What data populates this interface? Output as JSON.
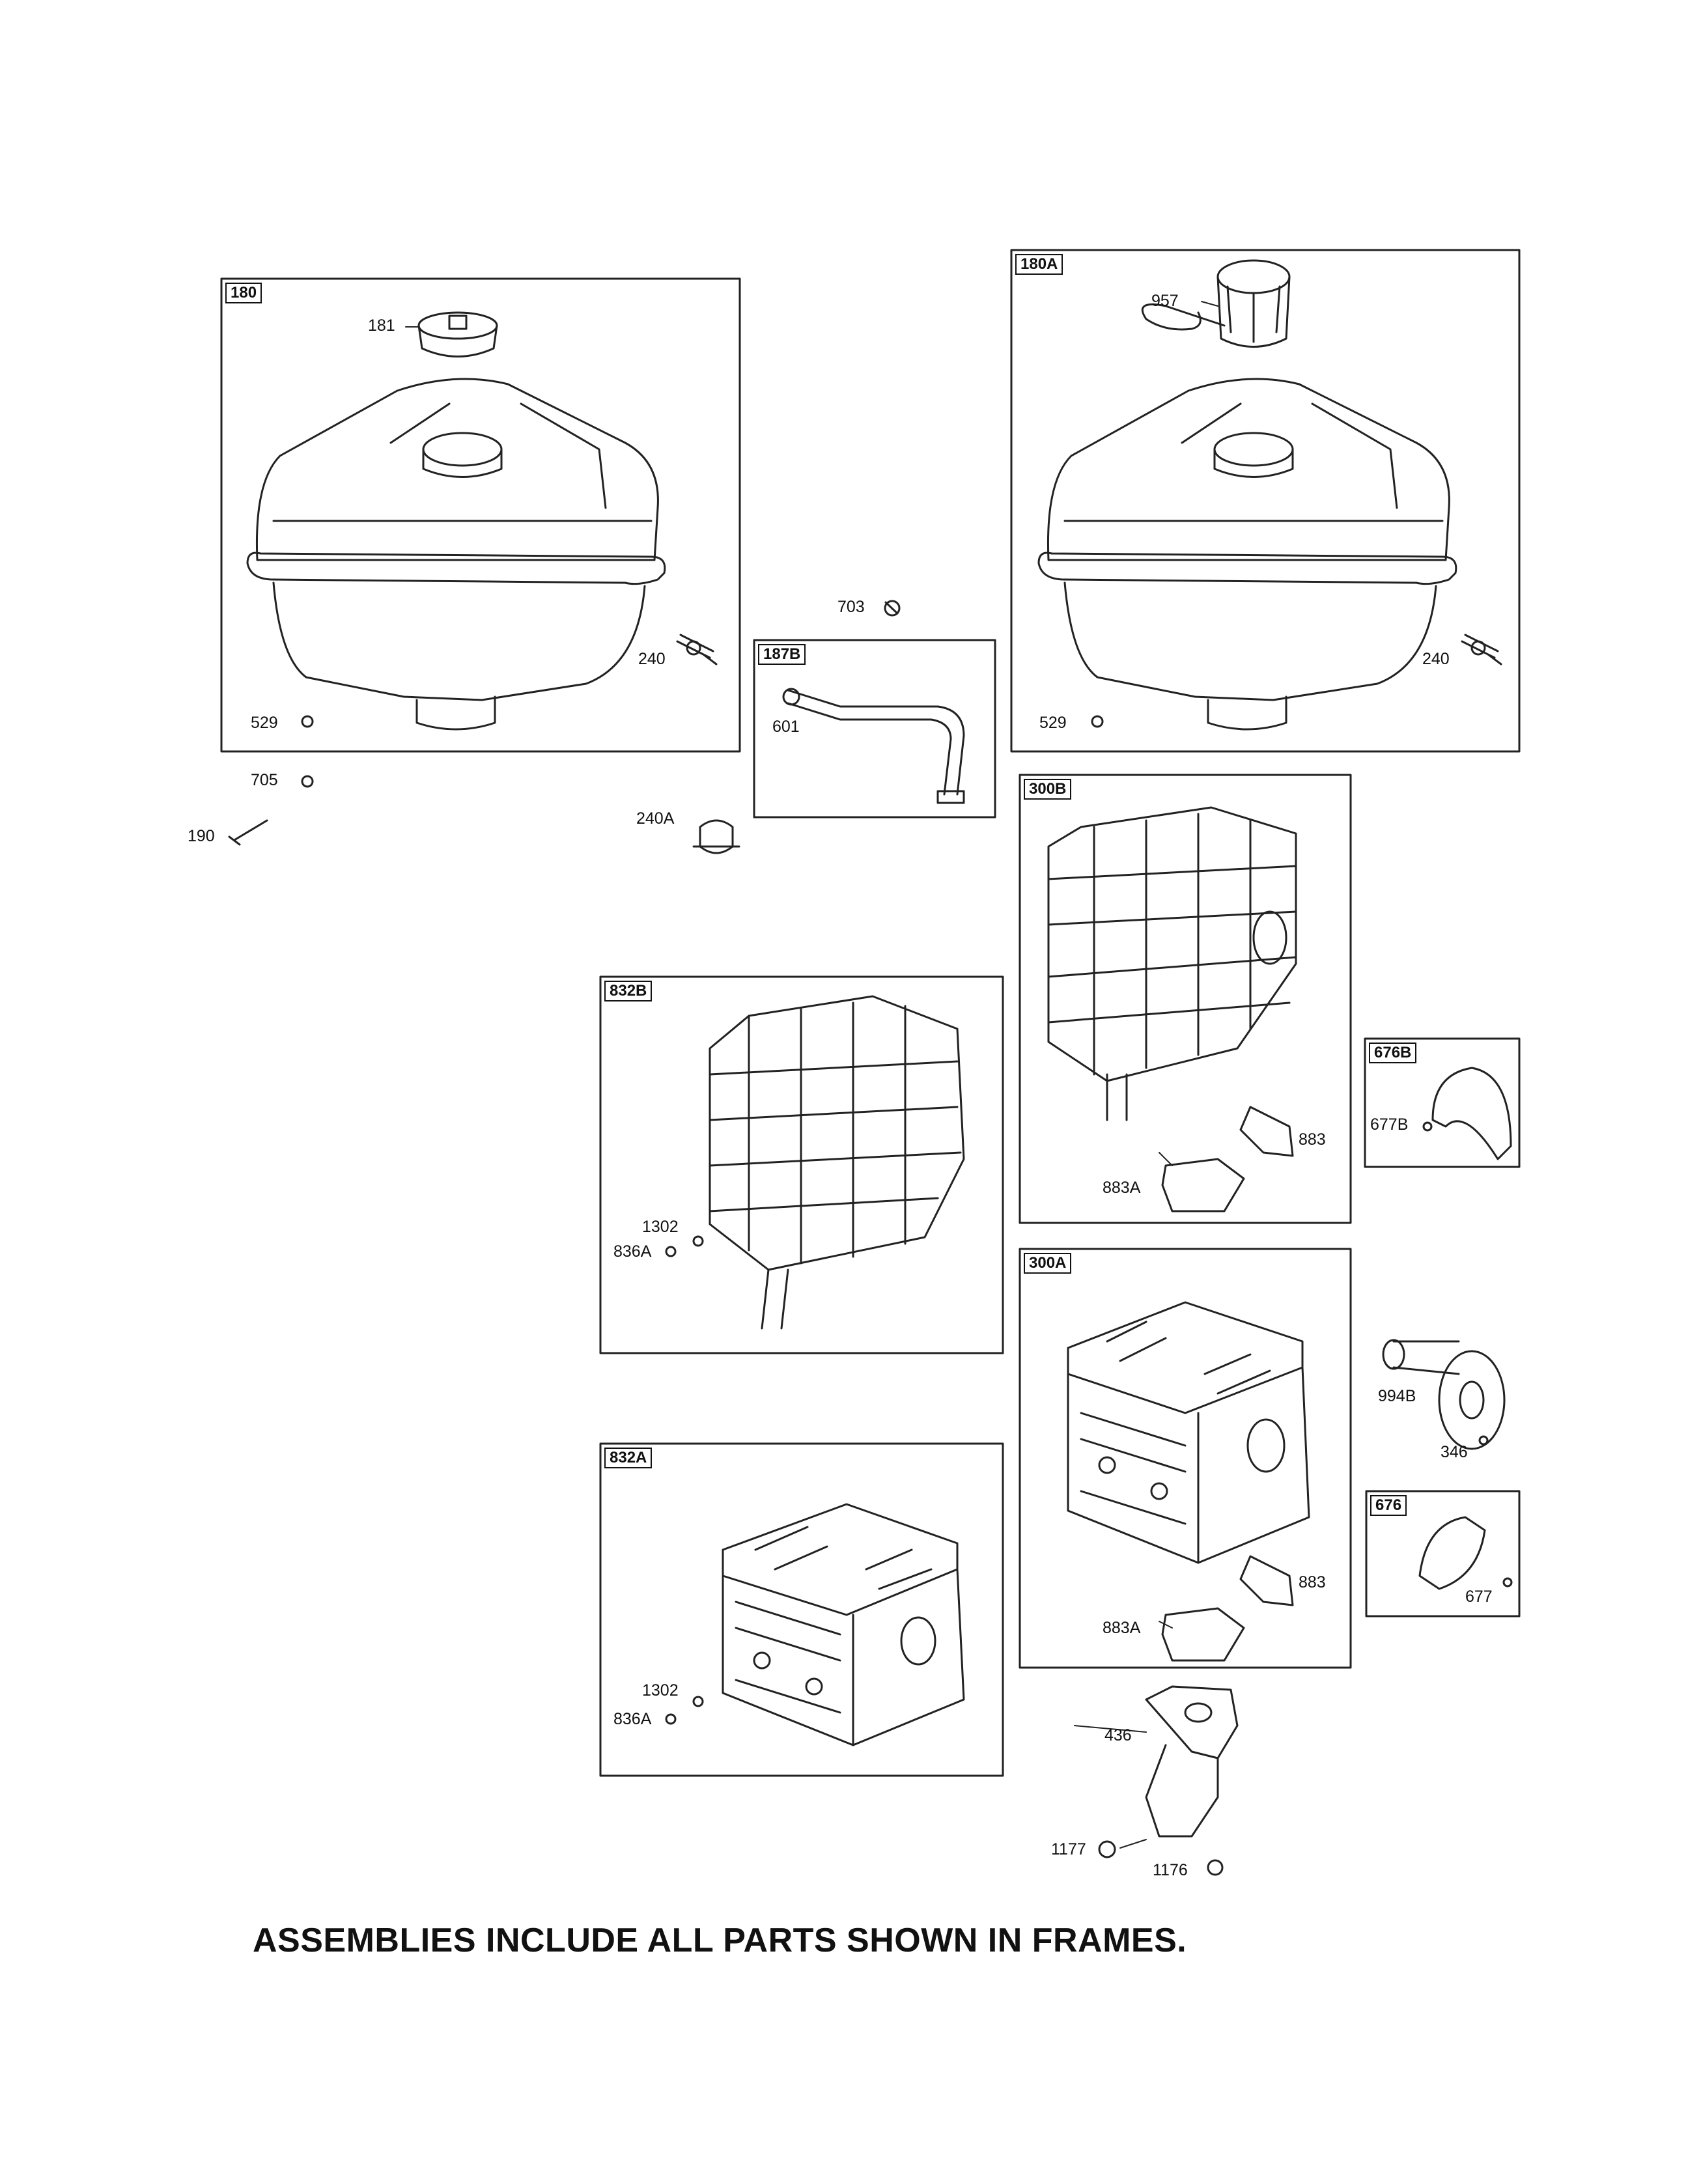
{
  "note": "ASSEMBLIES INCLUDE ALL PARTS SHOWN IN FRAMES.",
  "frames": {
    "f180": "180",
    "f180A": "180A",
    "f187B": "187B",
    "f300B": "300B",
    "f676B": "676B",
    "f832B": "832B",
    "f300A": "300A",
    "f676": "676",
    "f832A": "832A"
  },
  "parts": {
    "p181": "181",
    "p957": "957",
    "p703": "703",
    "p240_left": "240",
    "p240_right": "240",
    "p529_left": "529",
    "p529_right": "529",
    "p601": "601",
    "p705": "705",
    "p190": "190",
    "p240A": "240A",
    "p883_top": "883",
    "p883A_top": "883A",
    "p677B": "677B",
    "p1302_top": "1302",
    "p836A_top": "836A",
    "p994B": "994B",
    "p346": "346",
    "p883_bottom": "883",
    "p883A_bottom": "883A",
    "p677": "677",
    "p1302_bottom": "1302",
    "p836A_bottom": "836A",
    "p436": "436",
    "p1177": "1177",
    "p1176": "1176"
  }
}
